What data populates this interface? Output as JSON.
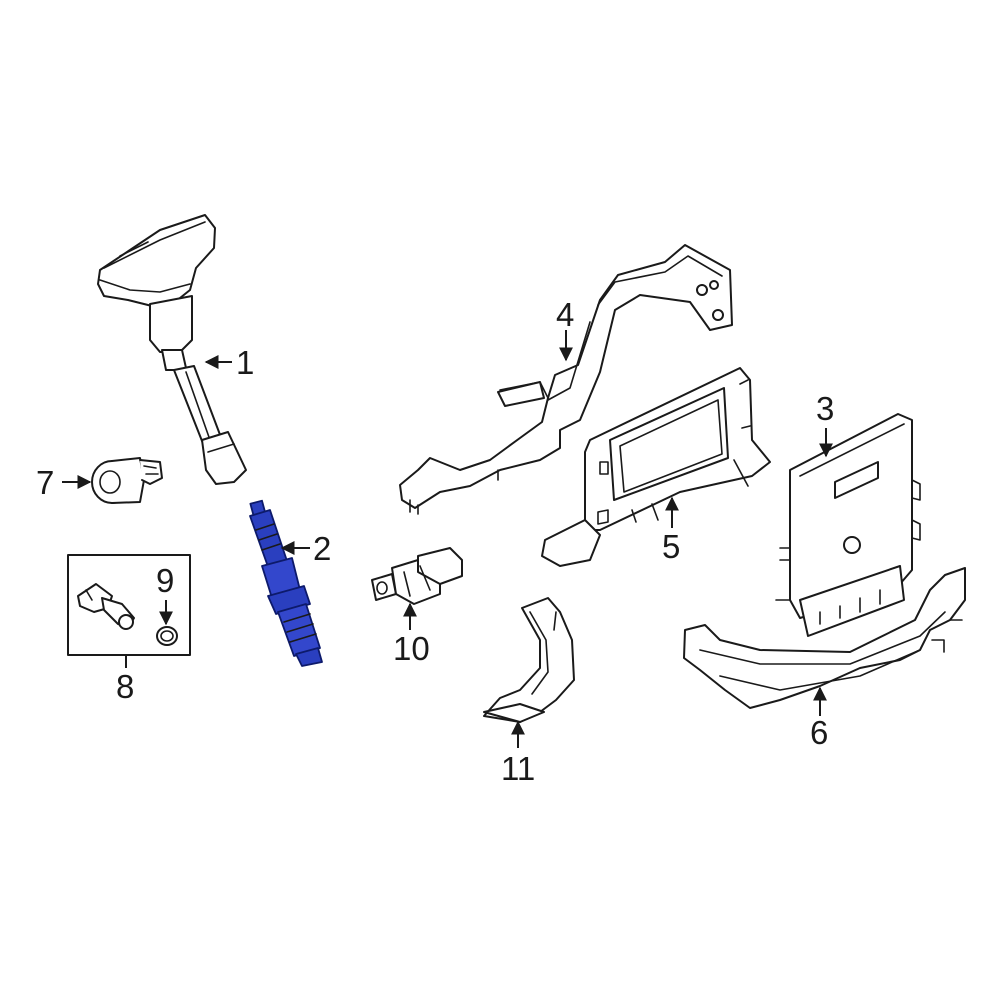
{
  "diagram": {
    "highlight_color": "#2a3fbf",
    "line_color": "#1a1a1a",
    "background": "#ffffff",
    "callouts": [
      {
        "id": "c1",
        "label": "1"
      },
      {
        "id": "c2",
        "label": "2"
      },
      {
        "id": "c3",
        "label": "3"
      },
      {
        "id": "c4",
        "label": "4"
      },
      {
        "id": "c5",
        "label": "5"
      },
      {
        "id": "c6",
        "label": "6"
      },
      {
        "id": "c7",
        "label": "7"
      },
      {
        "id": "c8",
        "label": "8"
      },
      {
        "id": "c9",
        "label": "9"
      },
      {
        "id": "c10",
        "label": "10"
      },
      {
        "id": "c11",
        "label": "11"
      }
    ]
  }
}
